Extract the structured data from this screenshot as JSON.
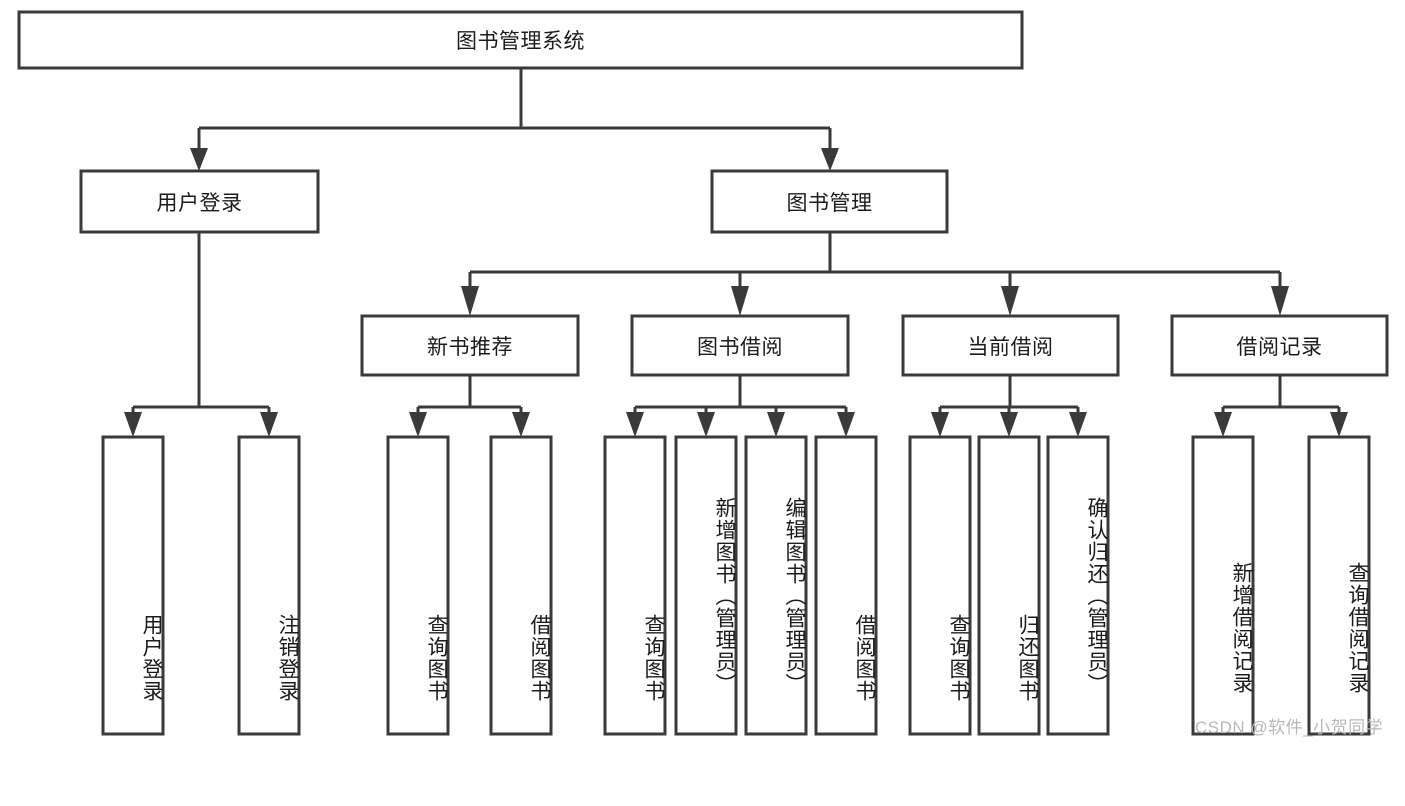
{
  "diagram": {
    "type": "hierarchy-tree",
    "title": "图书管理系统",
    "watermark": "CSDN @软件_小贺同学",
    "colors": {
      "box_stroke": "#3a3a3a",
      "box_fill": "#ffffff",
      "text": "#1c1c1c",
      "watermark": "#b8b8b8",
      "background": "#ffffff"
    },
    "levels": {
      "root": {
        "label": "图书管理系统"
      },
      "level2": [
        {
          "label": "用户登录"
        },
        {
          "label": "图书管理"
        }
      ],
      "level3": [
        {
          "label": "新书推荐"
        },
        {
          "label": "图书借阅"
        },
        {
          "label": "当前借阅"
        },
        {
          "label": "借阅记录"
        }
      ],
      "leaves": {
        "user_login": [
          {
            "label": "用户登录"
          },
          {
            "label": "注销登录"
          }
        ],
        "new_book_recommend": [
          {
            "label": "查询图书"
          },
          {
            "label": "借阅图书"
          }
        ],
        "book_borrow": [
          {
            "label": "查询图书"
          },
          {
            "label": "新增图书（管理员）"
          },
          {
            "label": "编辑图书（管理员）"
          },
          {
            "label": "借阅图书"
          }
        ],
        "current_borrow": [
          {
            "label": "查询图书"
          },
          {
            "label": "归还图书"
          },
          {
            "label": "确认归还（管理员）"
          }
        ],
        "borrow_records": [
          {
            "label": "新增借阅记录"
          },
          {
            "label": "查询借阅记录"
          }
        ]
      }
    }
  }
}
